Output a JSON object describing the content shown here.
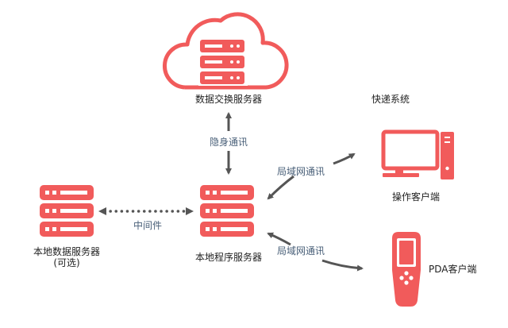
{
  "colors": {
    "accent": "#f15b5b",
    "arrow": "#555555",
    "label_blue": "#4a6079",
    "text": "#222222"
  },
  "nodes": {
    "cloud_server": {
      "icon": "cloud-server-icon",
      "label": "数据交换服务器"
    },
    "express_system": {
      "label": "快递系统"
    },
    "operation_client": {
      "icon": "desktop-computer-icon",
      "label": "操作客户端"
    },
    "local_program_server": {
      "icon": "server-rack-icon",
      "label": "本地程序服务器"
    },
    "local_data_server": {
      "icon": "server-rack-icon",
      "label": "本地数据服务器",
      "note": "(可选)"
    },
    "pda_client": {
      "icon": "pda-device-icon",
      "label": "PDA客户端"
    }
  },
  "edges": {
    "stealth_comm": {
      "label": "隐身通讯"
    },
    "middleware": {
      "label": "中间件"
    },
    "lan_to_client": {
      "label": "局域网通讯"
    },
    "lan_to_pda": {
      "label": "局域网通讯"
    }
  }
}
